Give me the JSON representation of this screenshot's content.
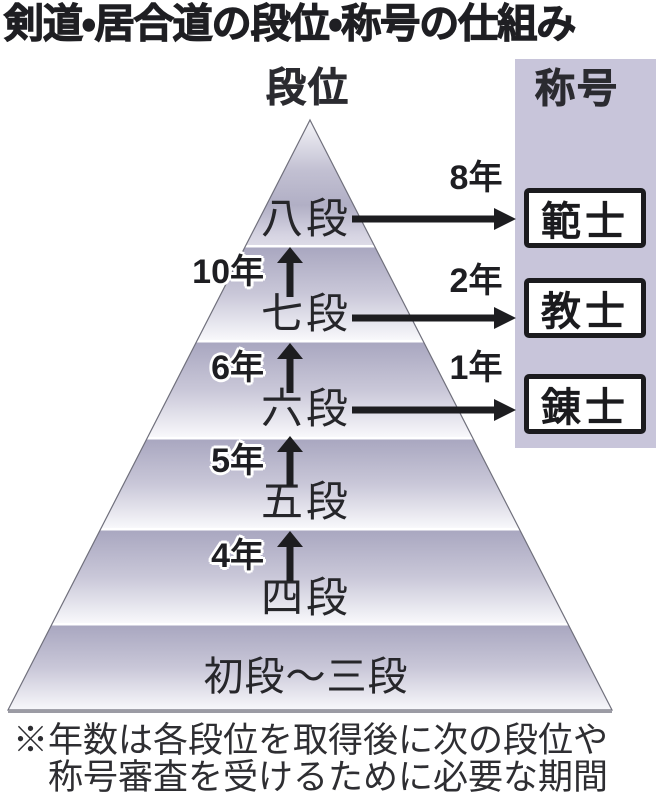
{
  "title": "剣道・居合道の段位・称号の仕組み",
  "pyramid": {
    "header": "段位",
    "levels": [
      {
        "label": "八段"
      },
      {
        "label": "七段"
      },
      {
        "label": "六段"
      },
      {
        "label": "五段"
      },
      {
        "label": "四段"
      },
      {
        "label": "初段～三段"
      }
    ],
    "promotions": [
      {
        "years": "10年"
      },
      {
        "years": "6年"
      },
      {
        "years": "5年"
      },
      {
        "years": "4年"
      }
    ]
  },
  "titles": {
    "header": "称号",
    "items": [
      {
        "name": "範士",
        "years": "8年"
      },
      {
        "name": "教士",
        "years": "2年"
      },
      {
        "name": "錬士",
        "years": "1年"
      }
    ]
  },
  "footnote": {
    "line1": "※年数は各段位を取得後に次の段位や",
    "line2": "称号審査を受けるために必要な期間"
  },
  "colors": {
    "band_top": "#a9a7c0",
    "band_mid": "#c9c7d8",
    "band_bottom": "#f8f8fb",
    "column_bg": "#c8c5da",
    "arrow": "#1d1d20",
    "box_border": "#1b1b1e",
    "outline": "#70707c",
    "text": "#222226"
  }
}
